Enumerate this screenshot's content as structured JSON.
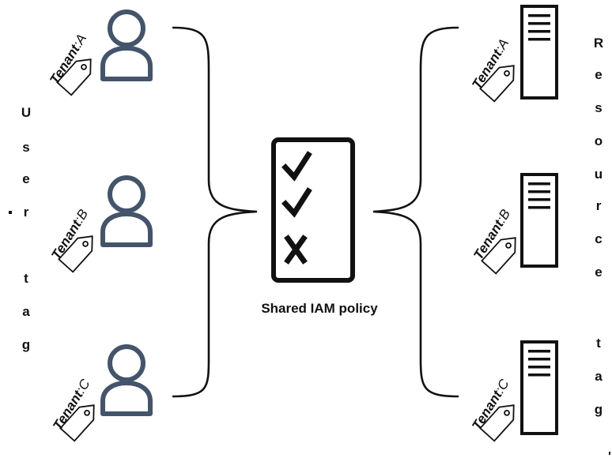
{
  "left_label": [
    "U",
    "s",
    "e",
    "r",
    "",
    "t",
    "a",
    "g"
  ],
  "right_label": [
    "R",
    "e",
    "s",
    "o",
    "u",
    "r",
    "c",
    "e",
    "",
    "t",
    "a",
    "g"
  ],
  "policy": {
    "caption": "Shared IAM policy",
    "items": [
      "check",
      "check",
      "cross"
    ]
  },
  "users": [
    {
      "tag_word": "Tenant",
      "tag_suffix": ":A"
    },
    {
      "tag_word": "Tenant",
      "tag_suffix": ":B"
    },
    {
      "tag_word": "Tenant",
      "tag_suffix": ":C"
    }
  ],
  "resources": [
    {
      "tag_word": "Tenant",
      "tag_suffix": ":A"
    },
    {
      "tag_word": "Tenant",
      "tag_suffix": ":B"
    },
    {
      "tag_word": "Tenant",
      "tag_suffix": ":C"
    }
  ],
  "colors": {
    "user_icon": "#44546a",
    "line": "#111111"
  }
}
